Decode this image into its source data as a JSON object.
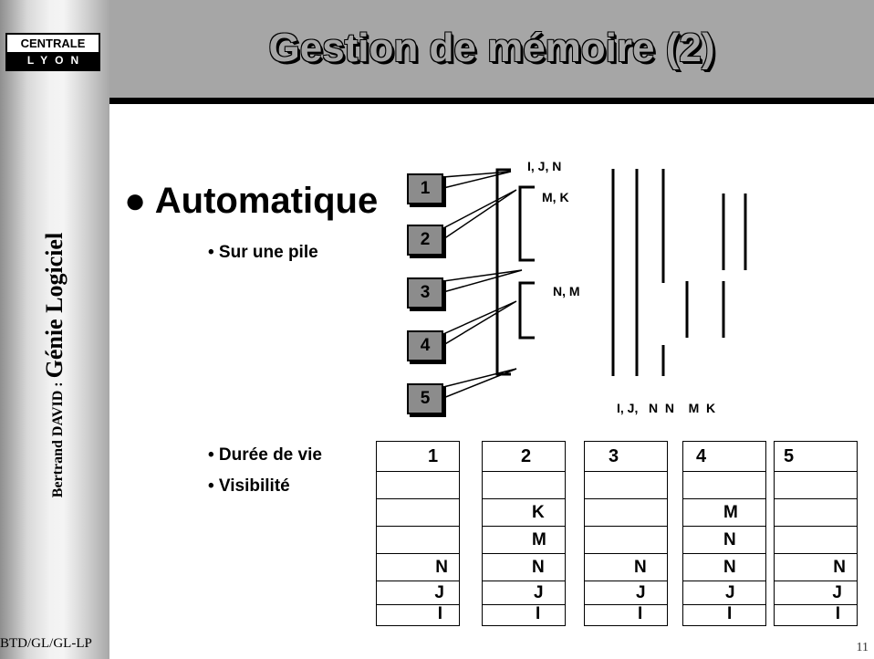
{
  "logo": {
    "top": "CENTRALE",
    "bottom": "LYON"
  },
  "sidebar": {
    "author": "Bertrand DAVID :",
    "course": "Génie Logiciel"
  },
  "footer": {
    "left": "BTD/GL/GL-LP",
    "page": "11"
  },
  "title": "Gestion de mémoire (2)",
  "bullets": {
    "main": "● Automatique",
    "sub1": "• Sur une pile",
    "sub2": "• Durée de vie",
    "sub3": "• Visibilité"
  },
  "stack_boxes": [
    "1",
    "2",
    "3",
    "4",
    "5"
  ],
  "bracket_labels": {
    "top": "I, J, N",
    "mk": "M, K",
    "nm": "N, M"
  },
  "lifetime_labels": "I, J,   N  N    M  K",
  "frames": [
    {
      "header": "1",
      "rows": [
        "",
        "",
        "",
        "N",
        "J",
        "I"
      ]
    },
    {
      "header": "2",
      "rows": [
        "",
        "K",
        "M",
        "N",
        "J",
        "I"
      ]
    },
    {
      "header": "3",
      "rows": [
        "",
        "",
        "",
        "N",
        "J",
        "I"
      ]
    },
    {
      "header": "4",
      "rows": [
        "",
        "M",
        "N",
        "N",
        "J",
        "I"
      ]
    },
    {
      "header": "5",
      "rows": [
        "",
        "",
        "",
        "N",
        "J",
        "I"
      ]
    }
  ]
}
